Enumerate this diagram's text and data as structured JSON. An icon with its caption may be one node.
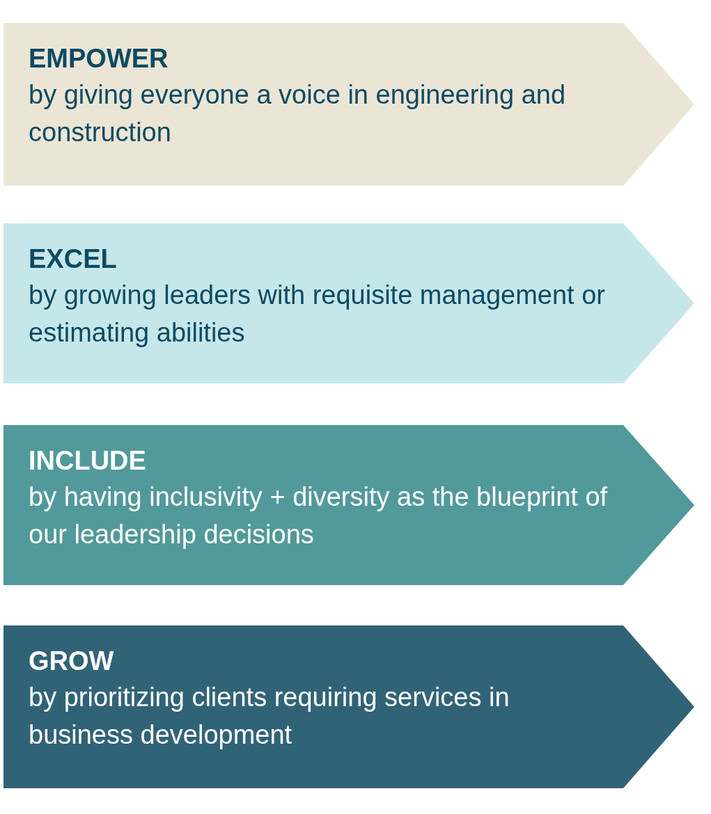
{
  "diagram": {
    "nodes": [
      {
        "text": [
          "EMPOWER",
          "by giving everyone a voice in engineering and construction"
        ]
      },
      {
        "text": [
          "EXCEL",
          "by growing leaders with requisite management or estimating abilities"
        ]
      },
      {
        "text": [
          "INCLUDE",
          "by having inclusivity + diversity as the blueprint of our leadership decisions"
        ]
      },
      {
        "text": [
          "GROW",
          "by prioritizing clients requiring services in business development"
        ]
      }
    ]
  }
}
